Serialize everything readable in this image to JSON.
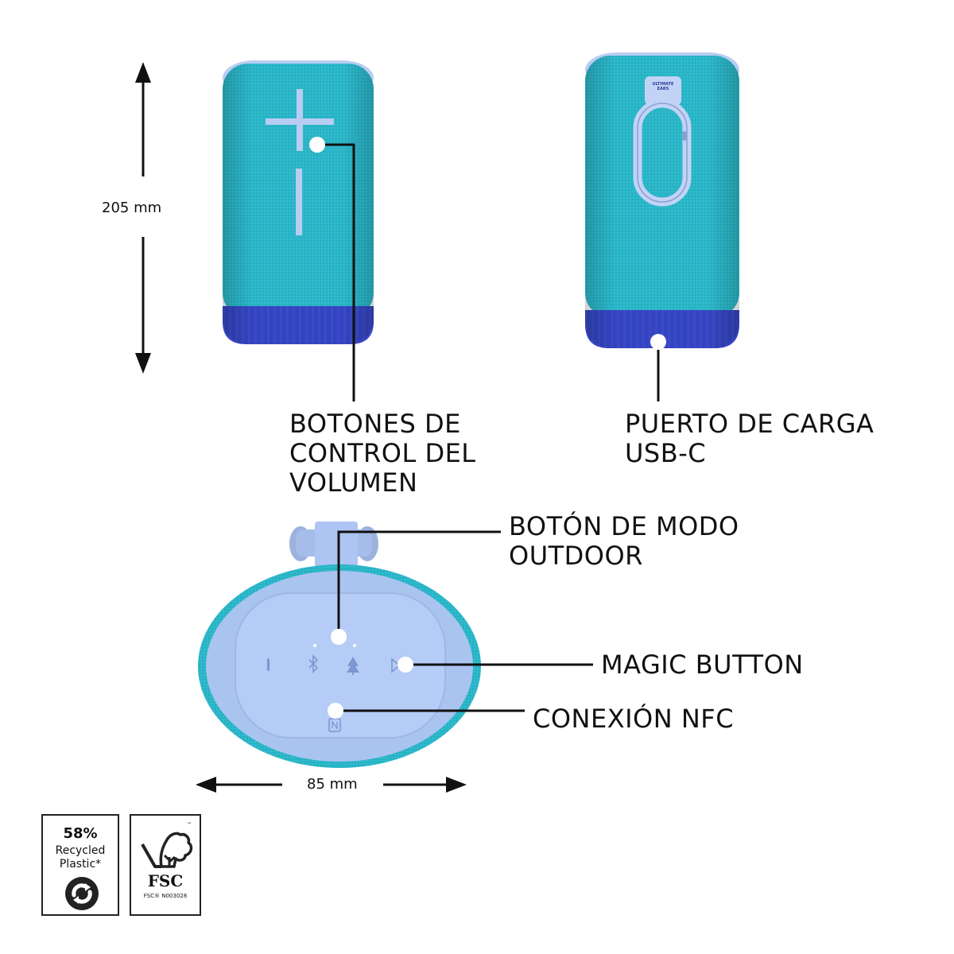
{
  "dimensions": {
    "height_label": "205 mm",
    "width_label": "85 mm"
  },
  "callouts": {
    "volume_buttons": [
      "BOTONES DE",
      "CONTROL DEL",
      "VOLUMEN"
    ],
    "usb_port": [
      "PUERTO DE CARGA",
      "USB-C"
    ],
    "outdoor_button": [
      "BOTÓN DE MODO",
      "OUTDOOR"
    ],
    "magic_button": "MAGIC BUTTON",
    "nfc": "CONEXIÓN NFC"
  },
  "brand_tag": [
    "ULTIMATE",
    "EARS"
  ],
  "badges": {
    "recycled": {
      "percent": "58%",
      "line1": "Recycled",
      "line2": "Plastic*",
      "icon": "recycle-icon"
    },
    "fsc": {
      "logo_text": "FSC",
      "code": "FSC® N003028",
      "trademark": "™",
      "icon": "fsc-tree-icon"
    }
  },
  "colors": {
    "fabric": "#2bb6c8",
    "base": "#3444c0",
    "cap": "#b9ccf2",
    "top_plate": "#a9c4f0",
    "line": "#111111"
  }
}
